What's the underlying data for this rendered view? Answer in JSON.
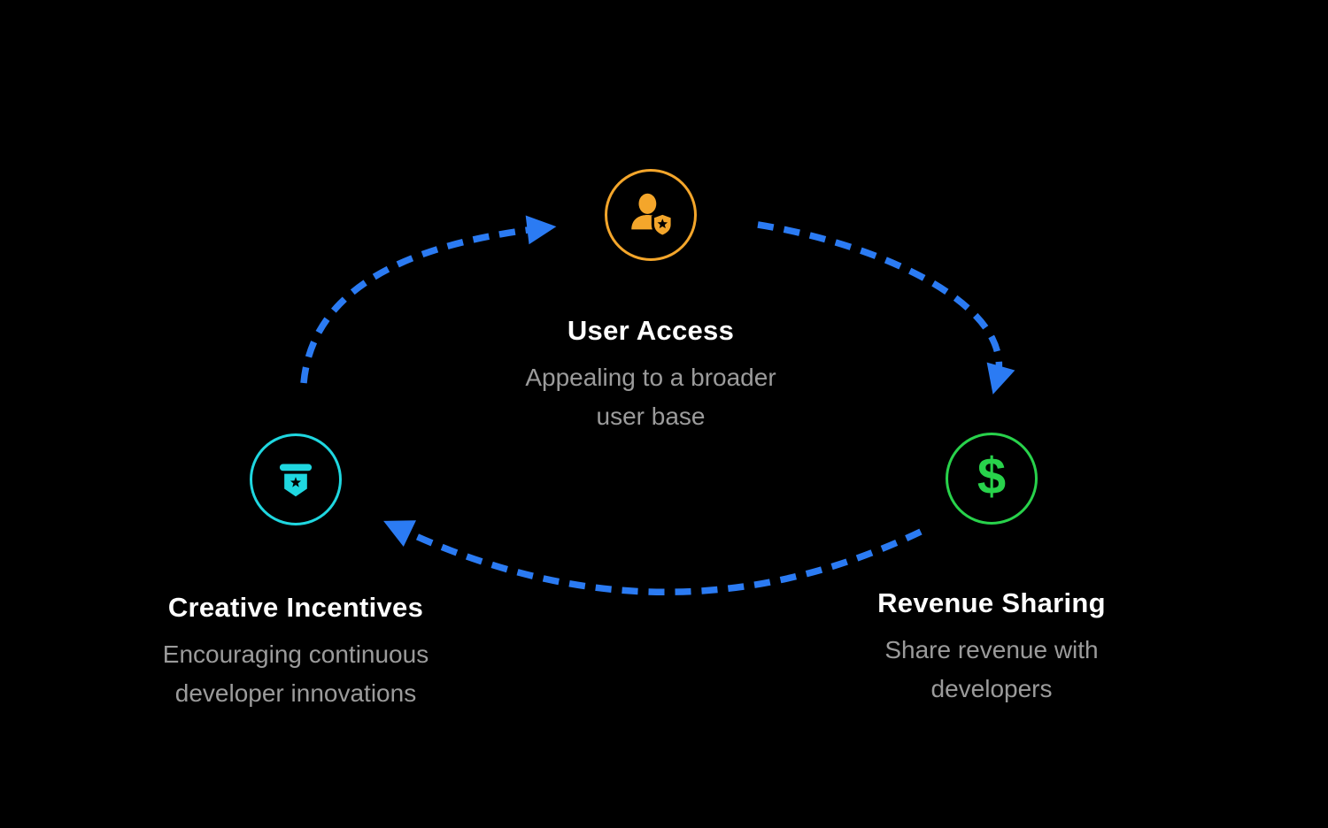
{
  "diagram": {
    "background_color": "#000000",
    "arrow_color": "#2B7BF3",
    "arrows": [
      {
        "from": "creative-incentives",
        "to": "user-access",
        "style": "dashed"
      },
      {
        "from": "user-access",
        "to": "revenue-sharing",
        "style": "dashed"
      },
      {
        "from": "revenue-sharing",
        "to": "creative-incentives",
        "style": "dashed"
      }
    ],
    "text_colors": {
      "title": "#FFFFFF",
      "subtitle": "#9B9B9B"
    },
    "nodes": [
      {
        "id": "user-access",
        "title": "User Access",
        "subtitle_lines": [
          "Appealing to a broader",
          "user base"
        ],
        "icon": "user-badge-icon",
        "accent_color": "#F4A62B"
      },
      {
        "id": "revenue-sharing",
        "title": "Revenue Sharing",
        "subtitle_lines": [
          "Share revenue with",
          "developers"
        ],
        "icon": "dollar-icon",
        "icon_glyph": "$",
        "accent_color": "#28D24B"
      },
      {
        "id": "creative-incentives",
        "title": "Creative Incentives",
        "subtitle_lines": [
          "Encouraging continuous",
          "developer innovations"
        ],
        "icon": "banner-star-icon",
        "accent_color": "#1FD7E0"
      }
    ]
  }
}
